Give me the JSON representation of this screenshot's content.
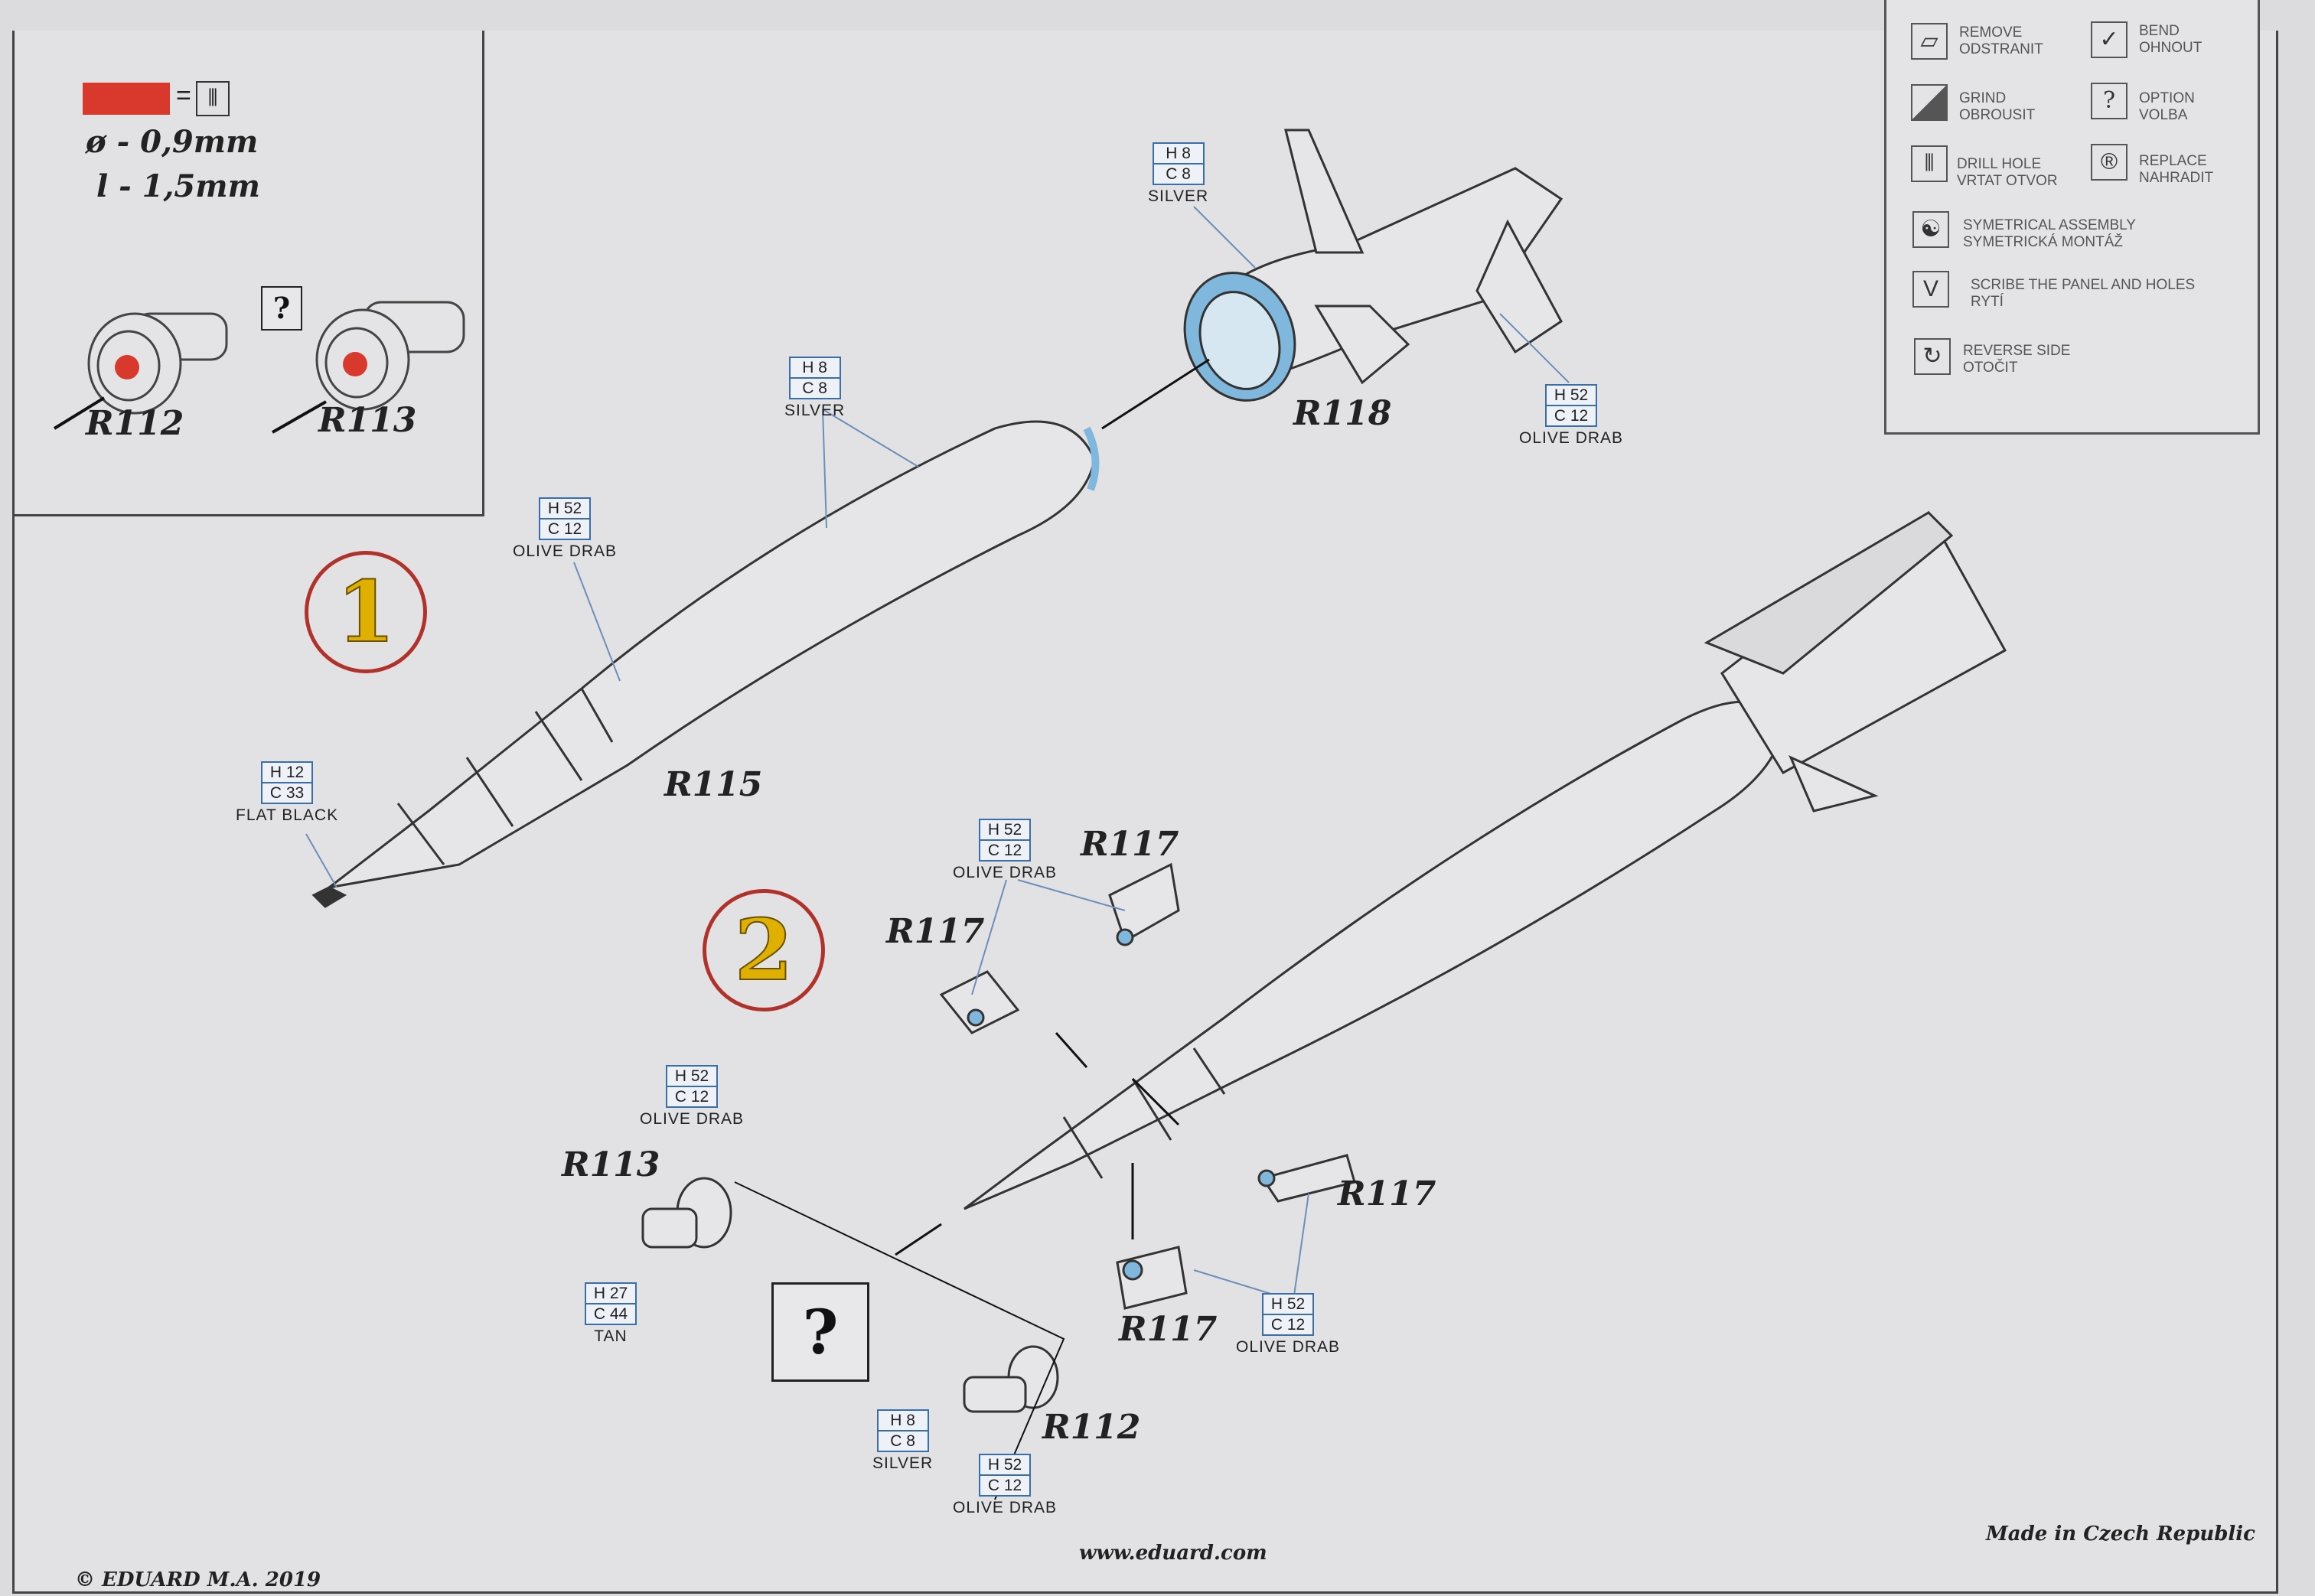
{
  "drill_box": {
    "diameter": "ø - 0,9mm",
    "length": "l - 1,5mm",
    "option_mark": "?",
    "parts": [
      "R112",
      "R113"
    ],
    "marker_color": "#d9382c"
  },
  "legend": [
    {
      "icon": "remove-icon",
      "en": "REMOVE",
      "cz": "ODSTRANIT"
    },
    {
      "icon": "bend-icon",
      "en": "BEND",
      "cz": "OHNOUT"
    },
    {
      "icon": "grind-icon",
      "en": "GRIND",
      "cz": "OBROUSIT"
    },
    {
      "icon": "option-icon",
      "glyph": "?",
      "en": "OPTION",
      "cz": "VOLBA"
    },
    {
      "icon": "drill-hole-icon",
      "en": "DRILL HOLE",
      "cz": "VRTAT OTVOR"
    },
    {
      "icon": "replace-icon",
      "glyph": "®",
      "en": "REPLACE",
      "cz": "NAHRADIT"
    },
    {
      "icon": "symmetrical-icon",
      "en": "SYMETRICAL ASSEMBLY",
      "cz": "SYMETRICKÁ MONTÁŽ"
    },
    {
      "icon": "scribe-icon",
      "glyph": "V",
      "en": "SCRIBE THE PANEL AND HOLES",
      "cz": "RYTÍ"
    },
    {
      "icon": "reverse-side-icon",
      "glyph": "↻",
      "en": "REVERSE SIDE",
      "cz": "OTOČIT"
    }
  ],
  "steps": [
    "1",
    "2"
  ],
  "parts": {
    "r118": "R118",
    "r115": "R115",
    "r117": "R117",
    "r113": "R113",
    "r112": "R112"
  },
  "callouts": {
    "silver": {
      "h": "H 8",
      "c": "C 8",
      "name": "SILVER"
    },
    "olive": {
      "h": "H 52",
      "c": "C 12",
      "name": "OLIVE DRAB"
    },
    "black": {
      "h": "H 12",
      "c": "C 33",
      "name": "FLAT BLACK"
    },
    "tan": {
      "h": "H 27",
      "c": "C 44",
      "name": "TAN"
    }
  },
  "option_mark": "?",
  "footer": {
    "copyright": "© EDUARD  M.A. 2019",
    "url": "www.eduard.com",
    "made_in": "Made in Czech Republic"
  },
  "colors": {
    "part_blue": "#7fb8dc",
    "step_ring": "#b0322a",
    "step_num": "#e0b000",
    "callout_border": "#3a6ea8"
  }
}
